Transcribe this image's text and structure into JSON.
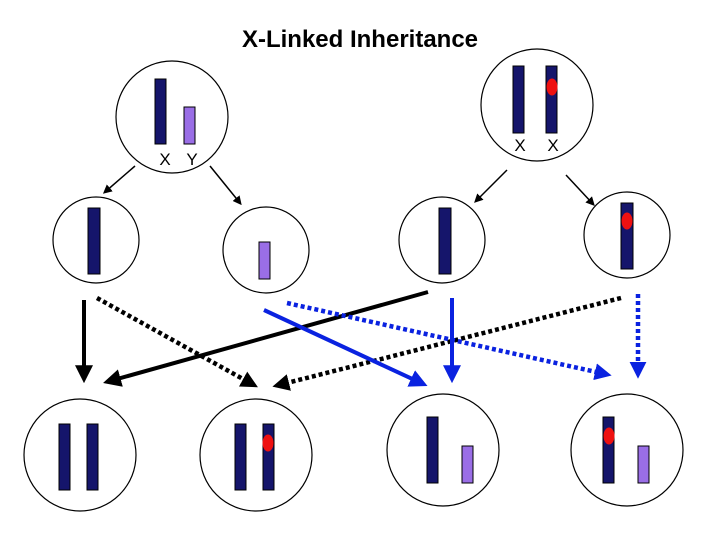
{
  "title": "X-Linked Inheritance",
  "father": {
    "labels": [
      "X",
      "Y"
    ]
  },
  "mother": {
    "labels": [
      "X",
      "X"
    ]
  },
  "colors": {
    "x_chromosome": "#15156b",
    "y_chromosome": "#9a6ee6",
    "mutant_allele": "#ee1111",
    "father_arrows": "#000000",
    "mother_arrows": "#0a22e0",
    "cell_outline": "#000000"
  }
}
